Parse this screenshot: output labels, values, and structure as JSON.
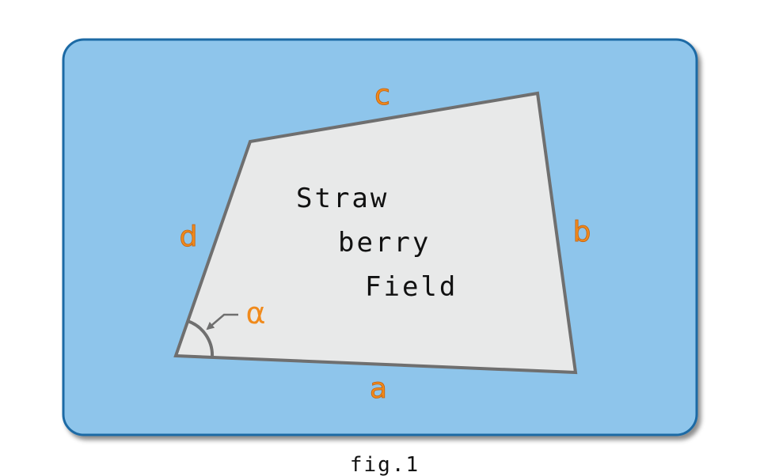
{
  "figure": {
    "side_a": "a",
    "side_b": "b",
    "side_c": "c",
    "side_d": "d",
    "angle": "α",
    "field_line1": "Straw",
    "field_line2": "berry",
    "field_line3": "Field",
    "caption": "fig.1"
  },
  "colors": {
    "background_panel": "#8ec5eb",
    "panel_border": "#1d6aa5",
    "field_fill": "#e8e9e9",
    "field_outline": "#6f6f6f",
    "label_orange": "#f08a1c"
  }
}
